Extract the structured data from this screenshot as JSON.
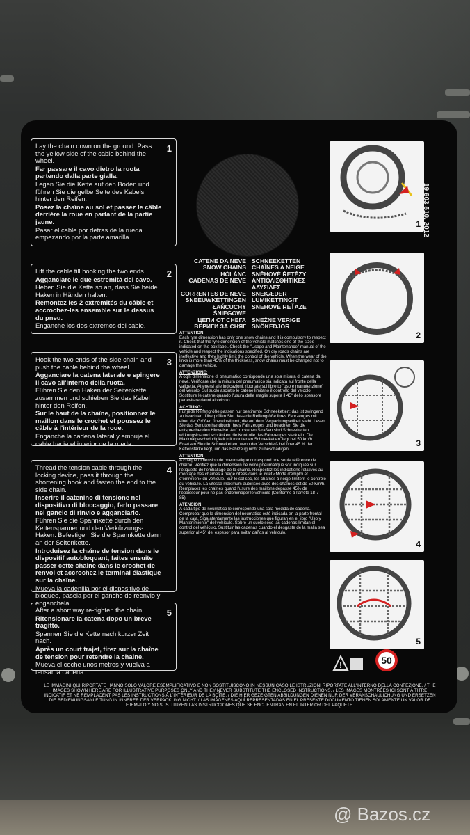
{
  "steps": [
    {
      "num": "1",
      "paras": [
        {
          "t": "Lay the chain down on the ground. Pass the yellow side of the cable behind the wheel.",
          "b": false
        },
        {
          "t": "Far passare il cavo dietro la ruota partendo dalla parte gialla.",
          "b": true
        },
        {
          "t": "Legen Sie die Kette auf den Boden und führen Sie die gelbe Seite des Kabels hinter den Reifen.",
          "b": false
        },
        {
          "t": "Posez la chaîne au sol et passez le câble derrière la roue en partant de la partie jaune.",
          "b": true
        },
        {
          "t": "Pasar el cable por detras de la rueda empezando por la parte amarilla.",
          "b": false
        }
      ]
    },
    {
      "num": "2",
      "paras": [
        {
          "t": "Lift the cable till hooking the two ends.",
          "b": false
        },
        {
          "t": "Agganciare le due estremità del cavo.",
          "b": true
        },
        {
          "t": "Heben Sie die Kette so an, dass Sie beide Haken in Händen halten.",
          "b": false
        },
        {
          "t": "Remontez les 2 extrémités du câble et accrochez-les ensemble sur le dessus du pneu.",
          "b": true
        },
        {
          "t": "Enganche los dos extremos del cable.",
          "b": false
        }
      ]
    },
    {
      "num": "3",
      "paras": [
        {
          "t": "Hook the two ends of the side chain and push the cable behind the wheel.",
          "b": false
        },
        {
          "t": "Agganciare la catena laterale e spingere il cavo all'interno della ruota.",
          "b": true
        },
        {
          "t": "Führen Sie den Haken der Seitenkette zusammen und schieben Sie das Kabel hinter den Reifen.",
          "b": false
        },
        {
          "t": "Sur le haut de la chaîne, positionnez le maillon dans le crochet et poussez le câble à l'intérieur de la roue.",
          "b": true
        },
        {
          "t": "Enganche la cadena lateral y empuje el cable hacia el interior de la rueda.",
          "b": false
        }
      ]
    },
    {
      "num": "4",
      "paras": [
        {
          "t": "Thread the tension cable through the locking device, pass it through the shortening hook and fasten the end to the side chain.",
          "b": false
        },
        {
          "t": "Inserire il catenino di tensione nel dispositivo di bloccaggio, farlo passare nel gancio di rinvio e agganciarlo.",
          "b": true
        },
        {
          "t": "Führen Sie die Spannkette durch den Kettenspanner und den Verkürzungs-Haken. Befestigen Sie die Spannkette dann an der Seitenkette.",
          "b": false
        },
        {
          "t": "Introduisez la chaîne de tension dans le dispositif autobloquant, faites ensuite passer cette chaîne dans le crochet de renvoi et accrochez le terminal élastique sur la chaîne.",
          "b": true
        },
        {
          "t": "Mueva la cadenilla por el dispositivo de bloqueo, pasela por el gancho de reenvio y enganchela.",
          "b": false
        }
      ]
    },
    {
      "num": "5",
      "paras": [
        {
          "t": "After a short way re-tighten the chain.",
          "b": false
        },
        {
          "t": "Ritensionare la catena dopo un breve tragitto.",
          "b": true
        },
        {
          "t": "Spannen Sie die Kette nach kurzer Zeit nach.",
          "b": false
        },
        {
          "t": "Après un court trajet, tirez sur la chaîne de tension pour retendre la chaîne.",
          "b": true
        },
        {
          "t": "Mueva el coche unos metros y vuelva a tensar la cadena.",
          "b": false
        }
      ]
    }
  ],
  "names": [
    [
      "CATENE DA NEVE",
      "SCHNEEKETTEN"
    ],
    [
      "SNOW CHAINS",
      "CHAÎNES A NEIGE"
    ],
    [
      "HÓLÁNC",
      "SNĚHOVÉ ŘETĚZY"
    ],
    [
      "CADENAS DE NEVE",
      "ΑΝΤΙΟΛΙΣΘΗΤΙΚΕΣ ΑΛΥΣΙΔΕΣ"
    ],
    [
      "CORRENTES DE NEVE",
      "SNEKÆDER"
    ],
    [
      "SNEEUWKETTINGEN",
      "LUMIKETTINGIT"
    ],
    [
      "ŁAŃCUCHY ŚNIEGOWE",
      "SNEHOVÉ REŤAZE"
    ],
    [
      "ЦЕПИ ОТ СНЕГА",
      "SNEŽNE VERIGE"
    ],
    [
      "ВЕРИГИ ЗА СНЯГ",
      "SNÖKEDJOR"
    ]
  ],
  "warnings": [
    {
      "h": "ATTENTION:",
      "t": "Each tyre dimension has only one snow chains and it is compulsory to respect it. Check that the tyre dimension of the vehicle matches one of the sizes indicated on the box label. Check the \"Usage and Maintenance\" manual of the vehicle and respect the indications specified. On dry roads chains are ineffective and they highly limit the control of the vehicle. When the wear of the links is more than 45% of the thickness, snow chains must be changed not to damage the vehicle."
    },
    {
      "h": "ATTENZIONE:",
      "t": "A ogni dimensione di pneumatico corrisponde una sola misura di catena da neve. Verificare che la misura del pneumatico sia indicata sul fronte della valigetta. Attenersi alle indicazioni, riportate sul libretto \"uso e manutenzione\" del veicolo. Sul suolo asciutto le catene limitano il controllo del veicolo. Sostituire le catene quando l'usura delle maglie supera il 45° dello spessore per evitare danni al veicolo."
    },
    {
      "h": "ACHTUNG:",
      "t": "Für jede Reifengröße passen nur bestimmte Schneeketten; das ist zwingend zu beachten. Überprüfen Sie, dass die Reifengröße Ihres Fahrzeuges mit einer der Größen übereinstimmt, die auf dem Verpackungsetikett steht. Lesen Sie das Benutzerhandbuch Ihres Fahrzeuges und beachten Sie die entsprechenden Hinweise. Auf trockenen Straßen sind Schneeketten wirkungslos und schränken die Kontrolle des Fahrzeuges stark ein. Die Maximalgeschwindigkeit mit montierten Schneeketten liegt bei 50 km/h. Ersetzen Sie die Schneeketten, wenn der Verschleiß bei über 45 % der Kettenstärke liegt, um das Fahrzeug nicht zu beschädigen."
    },
    {
      "h": "ATTENTION:",
      "t": "A chaque dimension de pneumatique correspond une seule référence de chaîne. Vérifiez que la dimension de votre pneumatique soit indiquée sur l'étiquette de l'emballage de la chaîne. Respectez les indications relatives au montage des chaînes à neige citées dans le livret «Mode d'emploi et d'entretien» du véhicule. Sur le sol sec, les chaînes à neige limitent le contrôle du véhicule. La vitesse maximum autorisée avec des chaînes est de 50 Km/h. Remplacez les chaînes quand l'usure des maillons dépasse 45% de l'épaisseur pour ne pas endommager le véhicule (Conforme à l'arrêté 18-7-85)."
    },
    {
      "h": "ATENCIÓN:",
      "t": "A cada tipo de neumatico le corresponde una sola medida de cadena. Comprobar que la dimension del neumatico esté indicada en la parte frontal de la caja. Siga atentamente las instrucciones que figuran en el libro \"Uso y Mantenimiento\" del vehículo. Sobre un suelo seco las cadenas limitan el control del vehículo. Sustituir las cadenas cuando el desgaste de la malla sea superior al 45° del espesor para evitar daños al vehículo."
    }
  ],
  "code": "19 603 510. 2012",
  "speed_sign": "50",
  "footer": "LE IMMAGINI QUI RIPORTATE HANNO SOLO VALORE ESEMPLIFICATIVO E NON SOSTITUISCONO IN NESSUN CASO LE ISTRUZIONI RIPORTATE ALL'INTERNO DELLA CONFEZIONE. / THE IMAGES SHOWN HERE ARE FOR ILLUSTRATIVE PURPOSES ONLY AND THEY NEVER SUBSTITUTE THE ENCLOSED INSTRUCTIONS. / LES IMAGES MONTRÉES ICI SONT À TITRE INDICATIF ET NE REMPLACENT PAS LES INSTRUCTIONS À L'INTÉRIEUR DE LA BOÎTE. / DIE HIER GEZEIGTEN ABBILDUNGEN DIENEN NUR DER VERANSCHAULICHUNG UND ERSETZEN DIE BEDIENUNGSANLEITUNG IN INNERER DER VERPACKUNG NICHT. / LAS IMÁGENES AQUÍ REPRESENTADAS EN EL PRESENTE DOCUMENTO TIENEN SOLAMENTE UN VALOR DE EJEMPLO Y NO SUSTITUYEN LAS INSTRUCCIONES QUE SE ENCUENTRAN EN EL INTERIOR DEL PAQUETE.",
  "watermark": "@ Bazos.cz",
  "colors": {
    "label": "#080808",
    "arrow": "#d42020",
    "cable": "#e8c21c"
  }
}
